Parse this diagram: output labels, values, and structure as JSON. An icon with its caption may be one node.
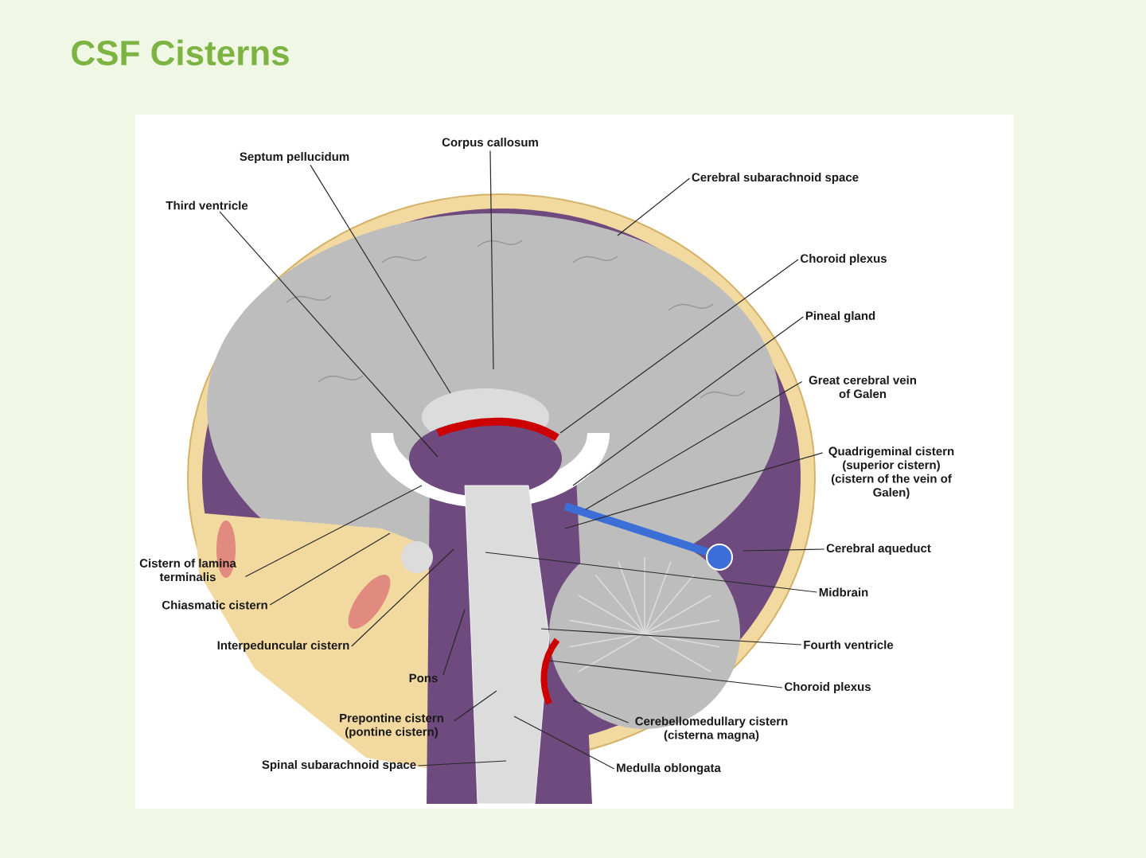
{
  "diagram": {
    "title": "CSF Cisterns",
    "nodes": [
      {
        "text": [
          "Corpus callosum"
        ]
      },
      {
        "text": [
          "Septum pellucidum"
        ]
      },
      {
        "text": [
          "Third ventricle"
        ]
      },
      {
        "text": [
          "Cerebral subarachnoid space"
        ]
      },
      {
        "text": [
          "Choroid plexus"
        ]
      },
      {
        "text": [
          "Pineal gland"
        ]
      },
      {
        "text": [
          "Great cerebral vein of Galen"
        ]
      },
      {
        "text": [
          "Quadrigeminal cistern (superior cistern) (cistern of the vein of Galen)"
        ]
      },
      {
        "text": [
          "Cistern of lamina terminalis"
        ]
      },
      {
        "text": [
          "Chiasmatic cistern"
        ]
      },
      {
        "text": [
          "Interpeduncular cistern"
        ]
      },
      {
        "text": [
          "Pons"
        ]
      },
      {
        "text": [
          "Prepontine cistern (pontine cistern)"
        ]
      },
      {
        "text": [
          "Spinal subarachnoid space"
        ]
      },
      {
        "text": [
          "Cerebral aqueduct"
        ]
      },
      {
        "text": [
          "Midbrain"
        ]
      },
      {
        "text": [
          "Fourth ventricle"
        ]
      },
      {
        "text": [
          "Choroid plexus"
        ]
      },
      {
        "text": [
          "Cerebellomedullary cistern (cisterna magna)"
        ]
      },
      {
        "text": [
          "Medulla oblongata"
        ]
      }
    ],
    "edges": [
      {
        "from": 0,
        "to": null,
        "arrow": "none"
      },
      {
        "from": 1,
        "to": null,
        "arrow": "none"
      },
      {
        "from": 2,
        "to": null,
        "arrow": "none"
      },
      {
        "from": 3,
        "to": null,
        "arrow": "none"
      },
      {
        "from": 4,
        "to": null,
        "arrow": "none"
      },
      {
        "from": 5,
        "to": null,
        "arrow": "none"
      },
      {
        "from": 6,
        "to": null,
        "arrow": "none"
      },
      {
        "from": 7,
        "to": null,
        "arrow": "none"
      },
      {
        "from": 8,
        "to": null,
        "arrow": "none"
      },
      {
        "from": 9,
        "to": null,
        "arrow": "none"
      },
      {
        "from": 10,
        "to": null,
        "arrow": "none"
      },
      {
        "from": 11,
        "to": null,
        "arrow": "none"
      },
      {
        "from": 12,
        "to": null,
        "arrow": "none"
      },
      {
        "from": 13,
        "to": null,
        "arrow": "none"
      },
      {
        "from": 14,
        "to": null,
        "arrow": "none"
      },
      {
        "from": 15,
        "to": null,
        "arrow": "none"
      },
      {
        "from": 16,
        "to": null,
        "arrow": "none"
      },
      {
        "from": 17,
        "to": null,
        "arrow": "none"
      },
      {
        "from": 18,
        "to": null,
        "arrow": "none"
      },
      {
        "from": 19,
        "to": null,
        "arrow": "none"
      }
    ]
  }
}
